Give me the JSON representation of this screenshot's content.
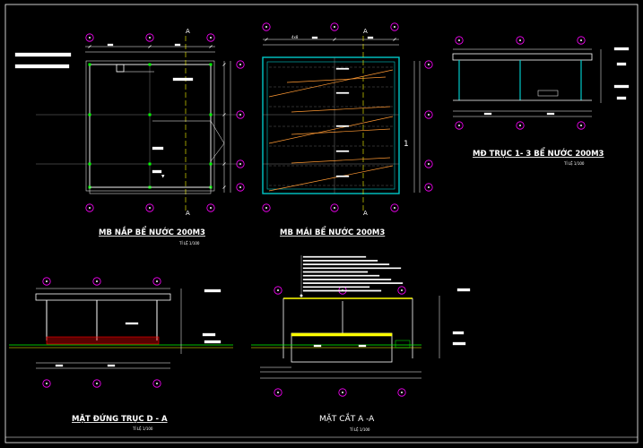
{
  "drawing": {
    "background": "#000000",
    "colors": {
      "white": "#ffffff",
      "yellow": "#ffff00",
      "magenta": "#ff00ff",
      "cyan": "#00c8c8",
      "green": "#00ff00",
      "red": "#ff0000",
      "orange": "#ff9933",
      "gray": "#9a9a9a"
    },
    "section_marker": "A",
    "views": {
      "plan_cover": {
        "title": "MB NẮP BỂ NƯỚC 200M3",
        "scale": "TỈ LỆ 1/100"
      },
      "plan_roof": {
        "title": "MB MÁI BỂ NƯỚC 200M3",
        "dim_top": "4x8",
        "height_tag": "1"
      },
      "axis_elevation": {
        "title": "MĐ TRỤC 1- 3 BỂ NƯỚC 200M3",
        "scale": "TỈ LỆ 1/100"
      },
      "elevation_d_a": {
        "title": "MẶT ĐỨNG TRỤC D - A",
        "scale": "TỈ LỆ 1/100"
      },
      "section_a_a": {
        "title": "MẶT CẮT A -A",
        "scale": "TỈ LỆ 1/100"
      }
    }
  }
}
